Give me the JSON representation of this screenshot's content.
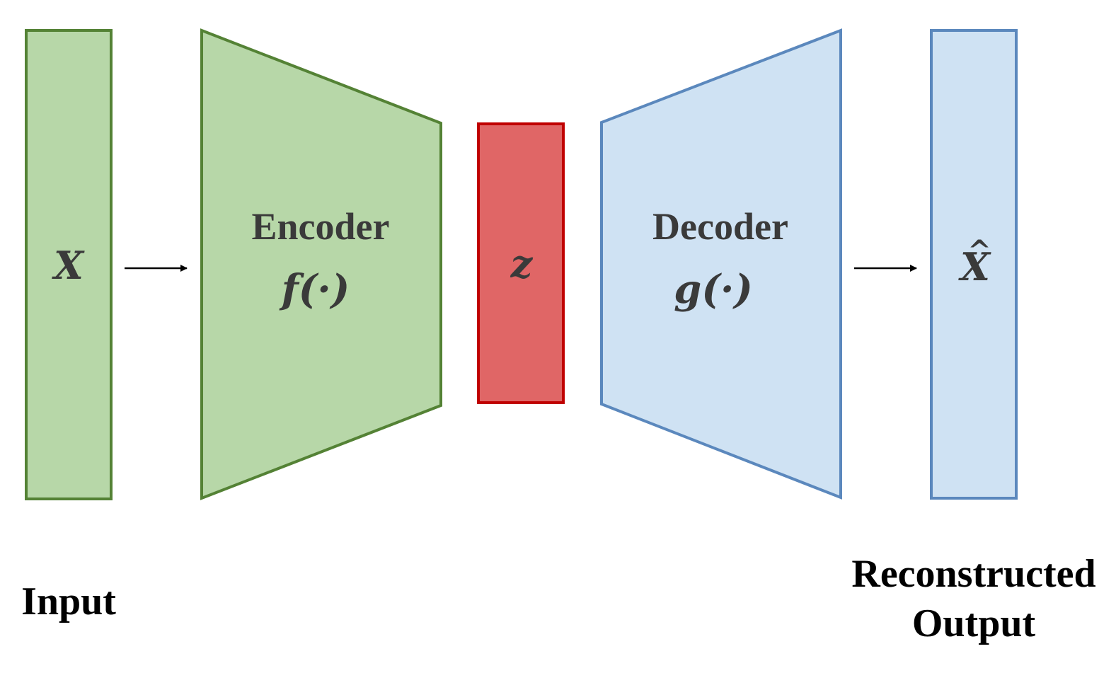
{
  "colors": {
    "green_fill": "#b7d7a8",
    "green_stroke": "#548235",
    "red_fill": "#e06666",
    "red_stroke": "#c00000",
    "blue_fill": "#cfe2f3",
    "blue_stroke": "#5b88bd",
    "text_dark": "#3a3a3a",
    "caption_text": "#000000",
    "arrow": "#000000"
  },
  "input_block": {
    "symbol": "X",
    "caption": "Input"
  },
  "encoder": {
    "title": "Encoder",
    "function": "f(·)"
  },
  "latent": {
    "symbol": "z"
  },
  "decoder": {
    "title": "Decoder",
    "function": "g(·)"
  },
  "output_block": {
    "symbol": "X",
    "hat": "^",
    "caption_line1": "Reconstructed",
    "caption_line2": "Output"
  }
}
